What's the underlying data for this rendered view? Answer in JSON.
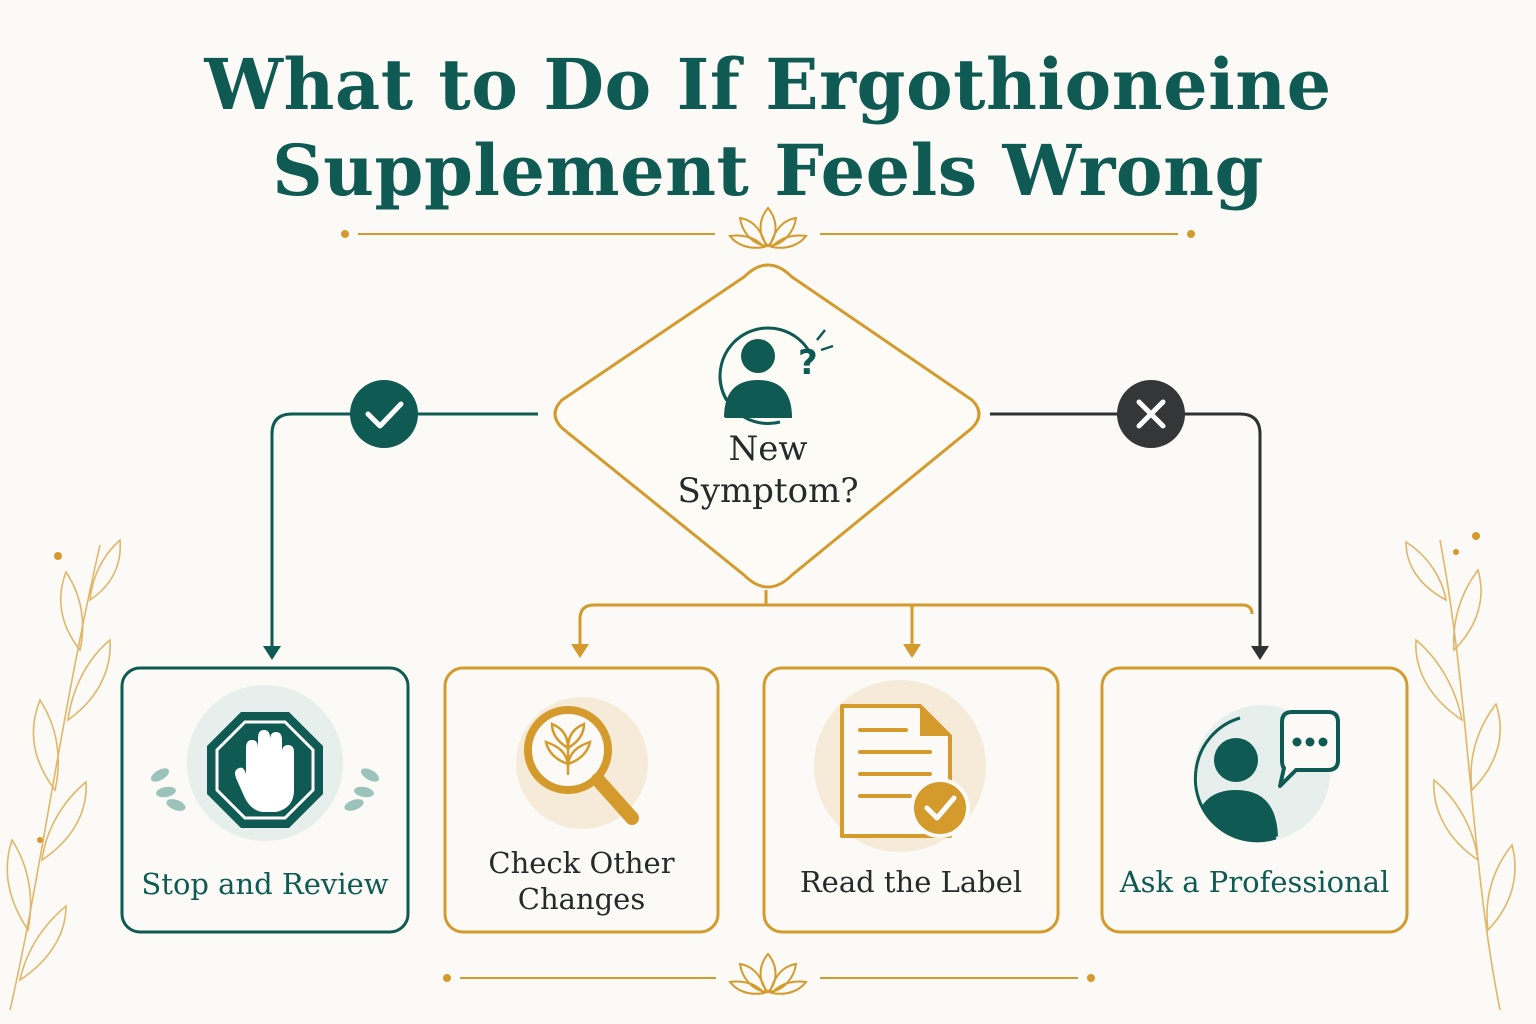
{
  "title": {
    "line1": "What to Do If Ergothioneine",
    "line2": "Supplement Feels Wrong"
  },
  "decision": {
    "label_line1": "New",
    "label_line2": "Symptom?",
    "icon": "person-question-icon"
  },
  "branches": {
    "yes": {
      "icon": "check-icon",
      "color": "#0f5a53"
    },
    "no": {
      "icon": "x-icon",
      "color": "#2f3233"
    }
  },
  "cards": [
    {
      "id": "stop",
      "label": "Stop and Review",
      "icon": "stop-hand-icon",
      "color": "#0f5a53"
    },
    {
      "id": "check",
      "label_line1": "Check Other",
      "label_line2": "Changes",
      "icon": "magnifier-leaf-icon",
      "color": "#d49a2c"
    },
    {
      "id": "read",
      "label": "Read the Label",
      "icon": "document-check-icon",
      "color": "#d49a2c"
    },
    {
      "id": "ask",
      "label": "Ask a Professional",
      "icon": "person-chat-icon",
      "color": "#d49a2c"
    }
  ],
  "colors": {
    "teal": "#0f5a53",
    "gold": "#d49a2c",
    "dark": "#2f3233",
    "background": "#fbfaf6"
  }
}
